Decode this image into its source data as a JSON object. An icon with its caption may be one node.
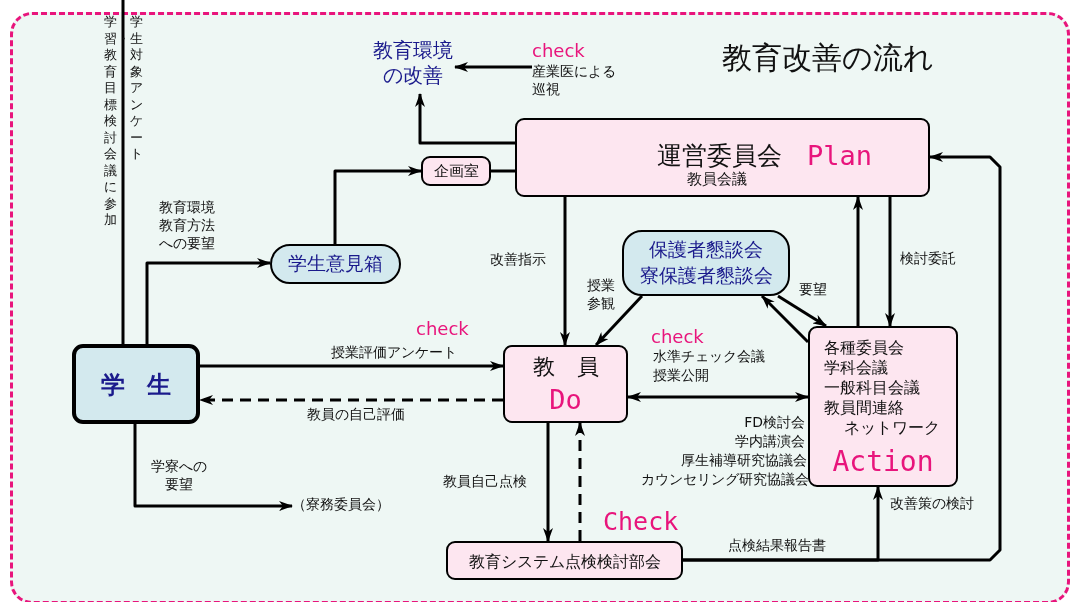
{
  "diagram": {
    "title": "教育改善の流れ",
    "nodes": [
      {
        "text": [
          "教育環境の改善"
        ]
      },
      {
        "text": [
          "check",
          "産業医による巡視"
        ]
      },
      {
        "text": [
          "運営委員会",
          "Plan",
          "教員会議"
        ]
      },
      {
        "text": [
          "企画室"
        ]
      },
      {
        "text": [
          "学生意見箱"
        ]
      },
      {
        "text": [
          "保護者懇談会",
          "寮保護者懇談会"
        ]
      },
      {
        "text": [
          "学生"
        ]
      },
      {
        "text": [
          "教員",
          "Do"
        ]
      },
      {
        "text": [
          "各種委員会",
          "学科会議",
          "一般科目会議",
          "教員間連絡",
          "ネットワーク",
          "Action"
        ]
      },
      {
        "text": [
          "教育システム点検検討部会"
        ]
      },
      {
        "text": [
          "（寮務委員会）"
        ]
      }
    ],
    "edges": [
      {
        "from": 1,
        "to": 0,
        "arrow": "to"
      },
      {
        "from": 2,
        "to": 0,
        "arrow": "to"
      },
      {
        "from": 3,
        "to": 2,
        "arrow": "none"
      },
      {
        "from": 4,
        "to": 3,
        "arrow": "to"
      },
      {
        "from": 6,
        "to": 4,
        "arrow": "to",
        "label": "教育環境教育方法への要望"
      },
      {
        "from": 6,
        "to": null,
        "arrow": "none"
      },
      {
        "from": 6,
        "to": 7,
        "arrow": "to",
        "label": "授業評価アンケート"
      },
      {
        "from": 7,
        "to": 6,
        "arrow": "to",
        "label": "教員の自己評価",
        "style": "dashed"
      },
      {
        "from": 6,
        "to": 10,
        "arrow": "to",
        "label": "学寮への要望"
      },
      {
        "from": 2,
        "to": 7,
        "arrow": "to",
        "label": "改善指示"
      },
      {
        "from": 5,
        "to": 7,
        "arrow": "to",
        "label": "授業参観"
      },
      {
        "from": 8,
        "to": 5,
        "arrow": "to"
      },
      {
        "from": 5,
        "to": 8,
        "arrow": "to",
        "label": "要望"
      },
      {
        "from": 7,
        "to": 8,
        "arrow": "both"
      },
      {
        "from": 8,
        "to": 2,
        "arrow": "to"
      },
      {
        "from": 2,
        "to": 8,
        "arrow": "to",
        "label": "検討委託"
      },
      {
        "from": 7,
        "to": 9,
        "arrow": "to",
        "label": "教員自己点検"
      },
      {
        "from": 9,
        "to": 7,
        "arrow": "to",
        "style": "dashed"
      },
      {
        "from": 9,
        "to": 8,
        "arrow": "to",
        "label": "改善策の検討"
      },
      {
        "from": 9,
        "to": 2,
        "arrow": "to",
        "label": "点検結果報告書"
      }
    ],
    "labels": [
      "学習・教育目標検討会議に参加",
      "学生対象アンケート",
      "check",
      "check",
      "水準チェック会議",
      "授業公開",
      "FD検討会",
      "学内講演会",
      "厚生補導研究協議会",
      "カウンセリング研究協議会",
      "Check"
    ]
  }
}
